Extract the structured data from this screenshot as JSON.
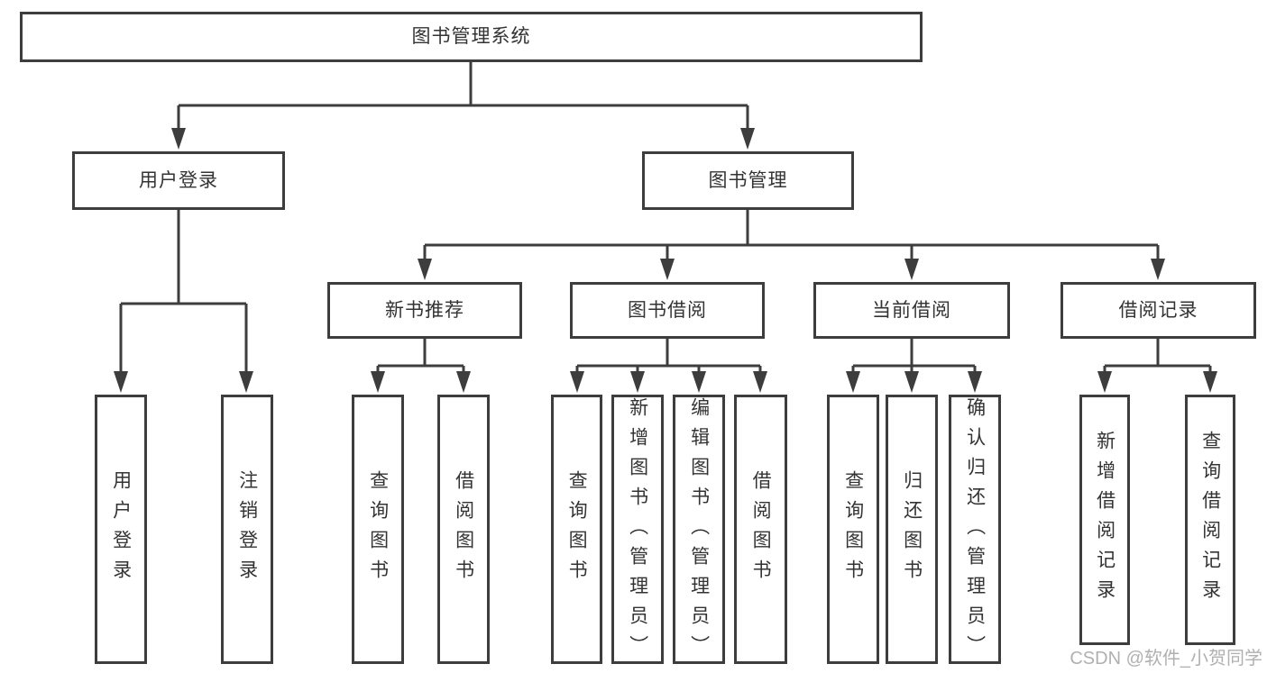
{
  "diagram": {
    "root": {
      "label": "图书管理系统"
    },
    "branches": [
      {
        "label": "用户登录",
        "children": [
          {
            "label": "用户登录"
          },
          {
            "label": "注销登录"
          }
        ]
      },
      {
        "label": "图书管理",
        "sections": [
          {
            "label": "新书推荐",
            "children": [
              {
                "label": "查询图书"
              },
              {
                "label": "借阅图书"
              }
            ]
          },
          {
            "label": "图书借阅",
            "children": [
              {
                "label": "查询图书"
              },
              {
                "label": "新增图书（管理员）"
              },
              {
                "label": "编辑图书（管理员）"
              },
              {
                "label": "借阅图书"
              }
            ]
          },
          {
            "label": "当前借阅",
            "children": [
              {
                "label": "查询图书"
              },
              {
                "label": "归还图书"
              },
              {
                "label": "确认归还（管理员）"
              }
            ]
          },
          {
            "label": "借阅记录",
            "children": [
              {
                "label": "新增借阅记录"
              },
              {
                "label": "查询借阅记录"
              }
            ]
          }
        ]
      }
    ],
    "watermark": "CSDN @软件_小贺同学",
    "colors": {
      "line": "#3d3d3d",
      "text": "#333333",
      "watermark_gray": "#a8a8a8",
      "background": "#ffffff"
    }
  }
}
